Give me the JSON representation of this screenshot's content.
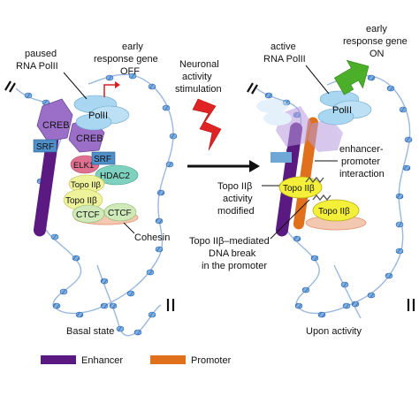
{
  "left_panel": {
    "paused_line1": "paused",
    "paused_line2": "RNA PolII",
    "gene_line1": "early",
    "gene_line2": "response gene",
    "gene_line3": "OFF",
    "polii": "PolII",
    "creb_1": "CREB",
    "creb_2": "CREB",
    "srf_1": "SRF",
    "elk1": "ELK1",
    "srf_2": "SRF",
    "hdac2": "HDAC2",
    "topo_1": "Topo IIβ",
    "topo_2": "Topo IIβ",
    "ctcf_1": "CTCF",
    "ctcf_2": "CTCF",
    "cohesin": "Cohesin",
    "state": "Basal state"
  },
  "middle": {
    "stim_line1": "Neuronal",
    "stim_line2": "activity",
    "stim_line3": "stimulation"
  },
  "right_panel": {
    "active_line1": "active",
    "active_line2": "RNA PolII",
    "gene_line1": "early",
    "gene_line2": "response gene",
    "gene_line3": "ON",
    "polii": "PolII",
    "interaction_line1": "enhancer-",
    "interaction_line2": "promoter",
    "interaction_line3": "interaction",
    "topo_1": "Topo IIβ",
    "topo_2": "Topo IIβ",
    "topo_mod_line1": "Topo IIβ",
    "topo_mod_line2": "activity",
    "topo_mod_line3": "modified",
    "break_line1": "Topo IIβ–mediated",
    "break_line2": "DNA break",
    "break_line3": "in the promoter",
    "state": "Upon activity"
  },
  "legend": {
    "enhancer": "Enhancer",
    "promoter": "Promoter",
    "enhancer_color": "#5b1a82",
    "promoter_color": "#e0701c"
  }
}
